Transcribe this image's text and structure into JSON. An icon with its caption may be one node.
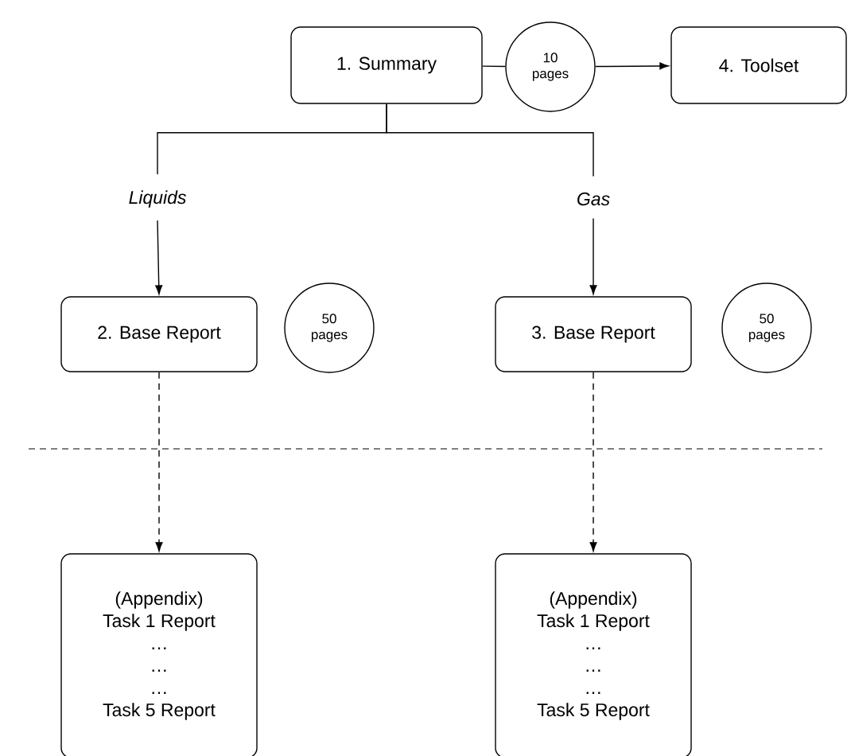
{
  "diagram": {
    "nodes": [
      {
        "text": [
          "1. Summary"
        ]
      },
      {
        "text": [
          "10 pages"
        ]
      },
      {
        "text": [
          "4. Toolset"
        ]
      },
      {
        "text": [
          "Liquids"
        ]
      },
      {
        "text": [
          "Gas"
        ]
      },
      {
        "text": [
          "2. Base Report"
        ]
      },
      {
        "text": [
          "50 pages"
        ]
      },
      {
        "text": [
          "3. Base Report"
        ]
      },
      {
        "text": [
          "50 pages"
        ]
      },
      {
        "text": [
          "(Appendix)",
          "Task 1 Report",
          "…",
          "…",
          "…",
          "Task 5 Report"
        ]
      },
      {
        "text": [
          "(Appendix)",
          "Task 1 Report",
          "…",
          "…",
          "…",
          "Task 5 Report"
        ]
      }
    ],
    "edges": [
      {
        "from": 0,
        "to": 1,
        "arrow": "none"
      },
      {
        "from": 1,
        "to": 2,
        "arrow": "to"
      },
      {
        "from": 0,
        "to": 3,
        "arrow": "none"
      },
      {
        "from": 0,
        "to": 4,
        "arrow": "none"
      },
      {
        "from": 3,
        "to": 5,
        "arrow": "to"
      },
      {
        "from": 4,
        "to": 7,
        "arrow": "to"
      },
      {
        "from": 5,
        "to": 9,
        "arrow": "to",
        "style": "dashed"
      },
      {
        "from": 7,
        "to": 10,
        "arrow": "to",
        "style": "dashed"
      }
    ]
  }
}
